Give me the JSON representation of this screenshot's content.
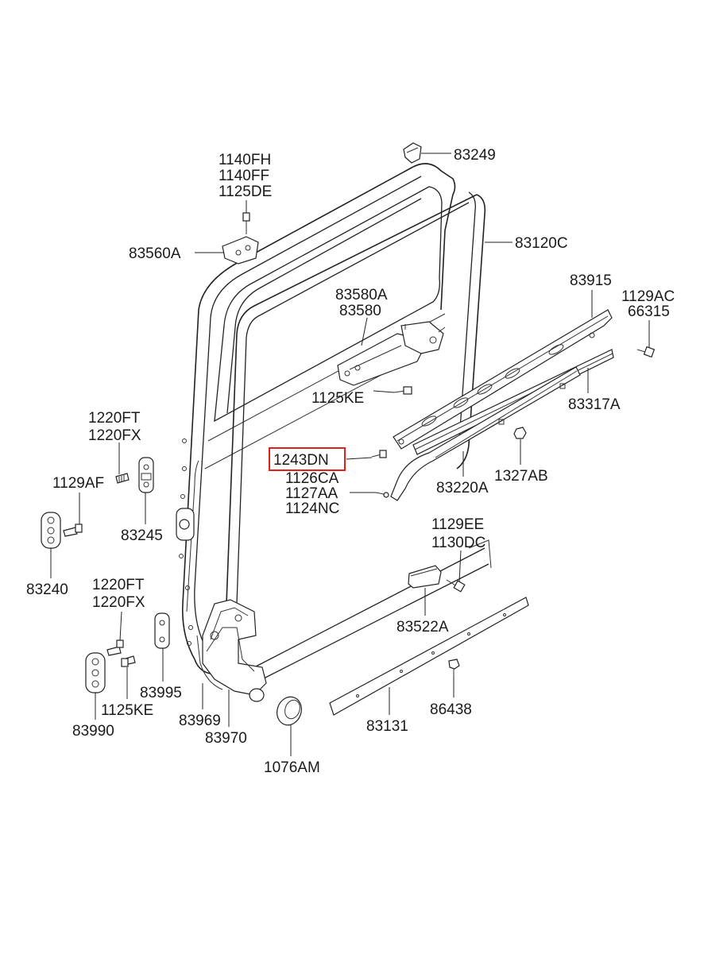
{
  "labels": {
    "p83249": "83249",
    "p1140FH": "1140FH",
    "p1140FF": "1140FF",
    "p1125DE": "1125DE",
    "p83560A": "83560A",
    "p83120C": "83120C",
    "p83580A": "83580A",
    "p83580": "83580",
    "p83915": "83915",
    "p1129AC": "1129AC",
    "p66315": "66315",
    "p1125KE_top": "1125KE",
    "p83317A": "83317A",
    "p1220FT_a": "1220FT",
    "p1220FX_a": "1220FX",
    "p1243DN": "1243DN",
    "p1126CA": "1126CA",
    "p1127AA": "1127AA",
    "p1124NC": "1124NC",
    "p1327AB": "1327AB",
    "p83220A": "83220A",
    "p1129AF": "1129AF",
    "p83245": "83245",
    "p83240": "83240",
    "p1129EE": "1129EE",
    "p1130DC": "1130DC",
    "p1220FT_b": "1220FT",
    "p1220FX_b": "1220FX",
    "p83522A": "83522A",
    "p83995": "83995",
    "p1125KE_bot": "1125KE",
    "p83990": "83990",
    "p83969": "83969",
    "p83970": "83970",
    "p1076AM": "1076AM",
    "p83131": "83131",
    "p86438": "86438"
  },
  "highlighted_part": "1243DN",
  "colors": {
    "highlight": "#e0201b",
    "line": "#222222",
    "background": "#ffffff"
  }
}
